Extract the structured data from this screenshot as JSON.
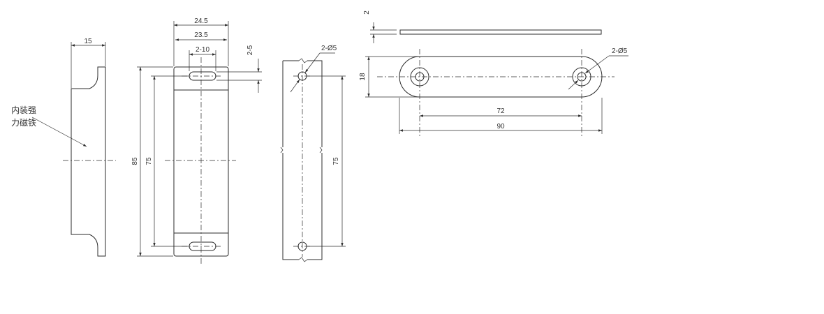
{
  "annotation": {
    "line1": "内装强",
    "line2": "力磁铁"
  },
  "dims": {
    "side_width": "15",
    "front_outer_width": "24.5",
    "front_inner_width": "23.5",
    "slot": "2-10",
    "slot_height": "2-5",
    "front_height_total": "85",
    "front_height_inner": "75",
    "strip_holes": "2-Ø5",
    "strip_pitch": "75",
    "plate_thickness": "2",
    "plate_height": "18",
    "plate_holes": "2-Ø5",
    "plate_pitch": "72",
    "plate_length": "90"
  }
}
